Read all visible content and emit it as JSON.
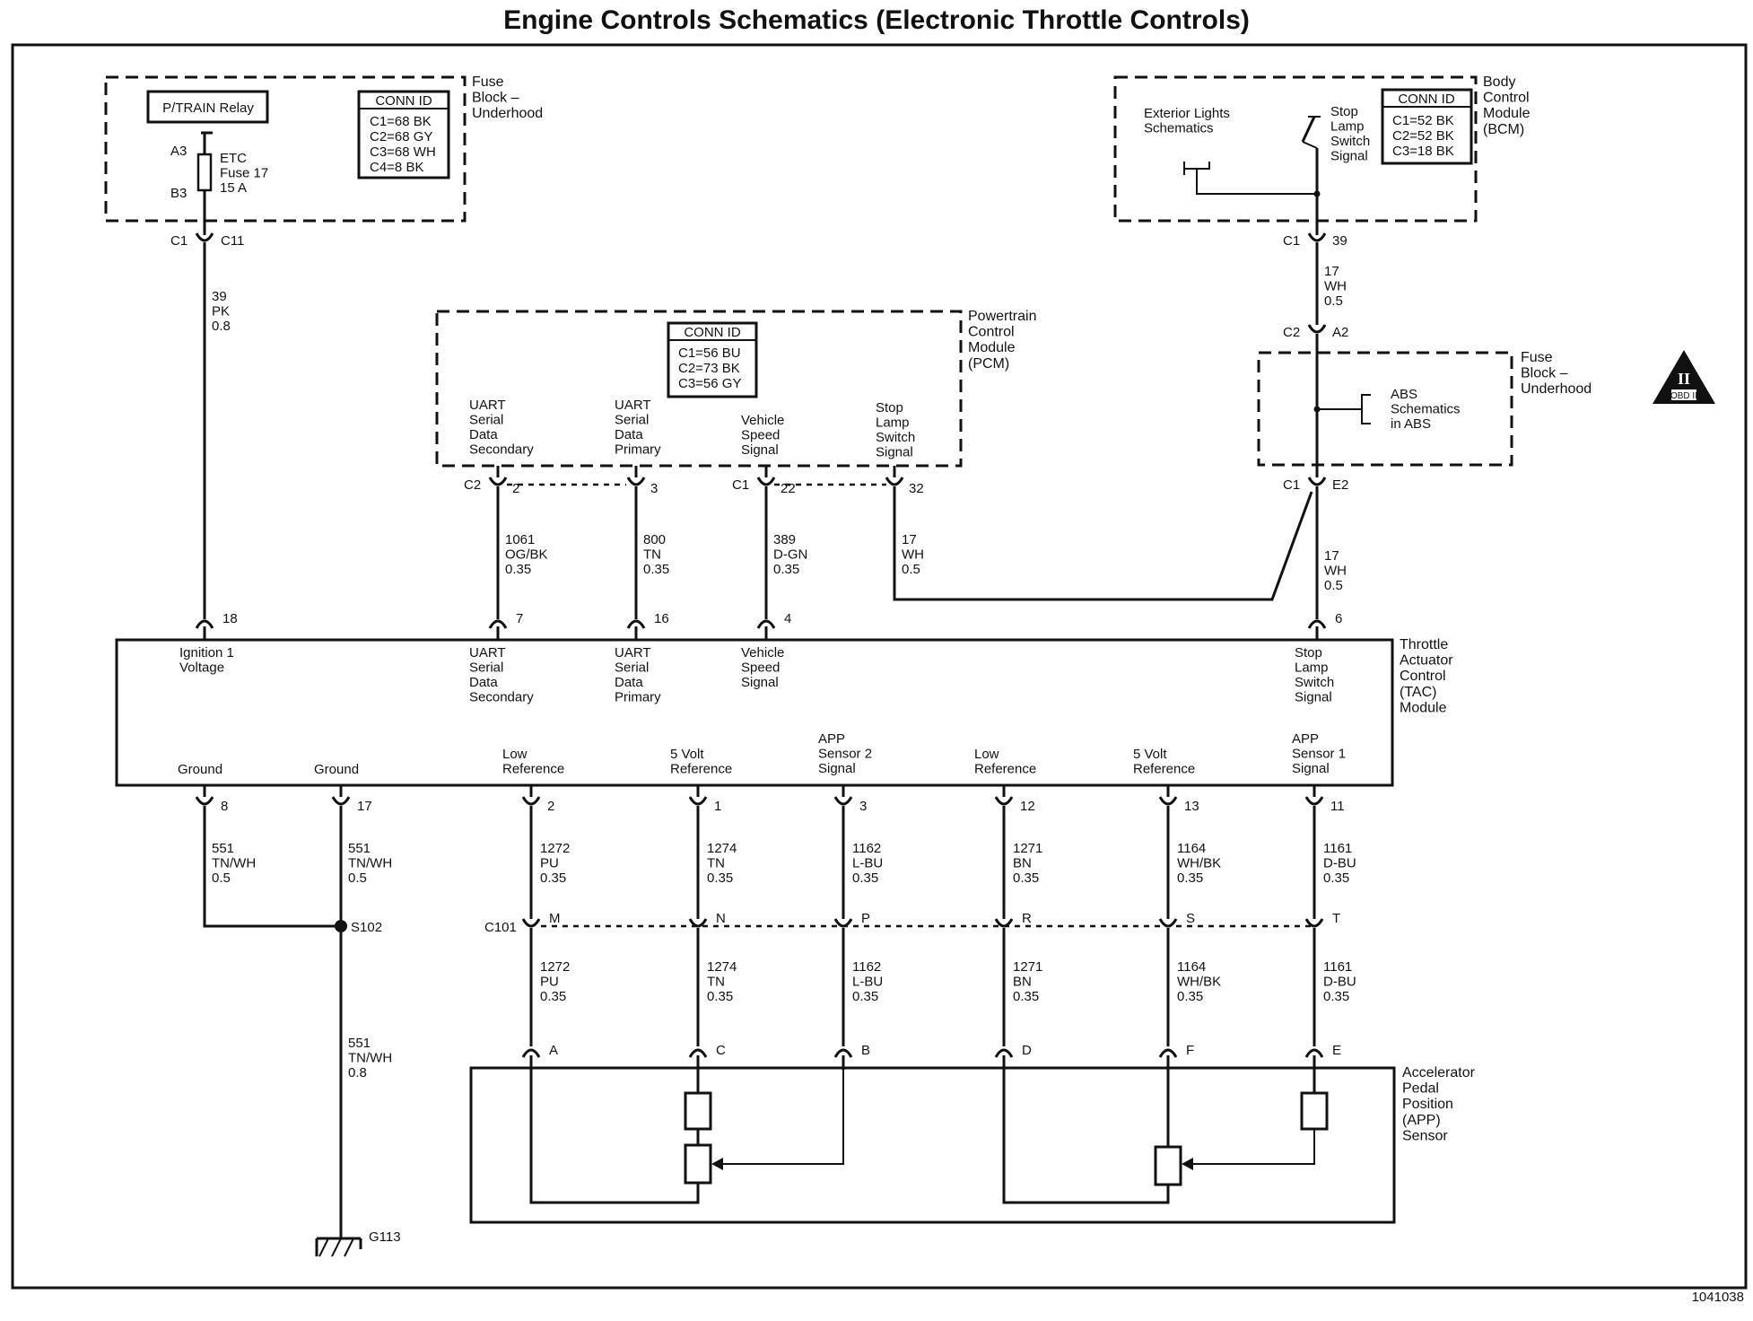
{
  "title": "Engine Controls Schematics (Electronic Throttle Controls)",
  "figure_id": "1041038",
  "fuse_block_left": {
    "name": "Fuse\nBlock –\nUnderhood",
    "relay": "P/TRAIN Relay",
    "fuse_pin_top": "A3",
    "fuse_pin_bottom": "B3",
    "fuse_label": "ETC\nFuse 17\n15 A",
    "conn_title": "CONN ID",
    "conn_lines": [
      "C1=68 BK",
      "C2=68 GY",
      "C3=68 WH",
      "C4=8 BK"
    ],
    "out_conn": "C1",
    "out_pin": "C11"
  },
  "wire_ign": "39\nPK\n0.8",
  "bcm": {
    "name": "Body\nControl\nModule\n(BCM)",
    "exterior": "Exterior Lights\nSchematics",
    "stop_label": "Stop\nLamp\nSwitch\nSignal",
    "conn_title": "CONN ID",
    "conn_lines": [
      "C1=52 BK",
      "C2=52 BK",
      "C3=18 BK"
    ],
    "out_conn": "C1",
    "out_pin": "39"
  },
  "wire_bcm": "17\nWH\n0.5",
  "fuse_block_right": {
    "name": "Fuse\nBlock –\nUnderhood",
    "in_conn": "C2",
    "in_pin": "A2",
    "abs": "ABS\nSchematics\nin ABS",
    "out_conn": "C1",
    "out_pin": "E2"
  },
  "obd_badge": {
    "numeral": "II",
    "text": "OBD II"
  },
  "pcm": {
    "name": "Powertrain\nControl\nModule\n(PCM)",
    "conn_title": "CONN ID",
    "conn_lines": [
      "C1=56 BU",
      "C2=73 BK",
      "C3=56 GY"
    ],
    "pins": [
      {
        "label": "UART\nSerial\nData\nSecondary",
        "conn": "C2",
        "pin": "2"
      },
      {
        "label": "UART\nSerial\nData\nPrimary",
        "conn": "",
        "pin": "3"
      },
      {
        "label": "Vehicle\nSpeed\nSignal",
        "conn": "C1",
        "pin": "22"
      },
      {
        "label": "Stop\nLamp\nSwitch\nSignal",
        "conn": "",
        "pin": "32"
      }
    ]
  },
  "pcm_wires": [
    "1061\nOG/BK\n0.35",
    "800\nTN\n0.35",
    "389\nD-GN\n0.35",
    "17\nWH\n0.5"
  ],
  "wire_stop_tac": "17\nWH\n0.5",
  "tac": {
    "name": "Throttle\nActuator\nControl\n(TAC)\nModule",
    "top_pins": [
      {
        "pin": "18",
        "label": "Ignition 1\nVoltage"
      },
      {
        "pin": "7",
        "label": "UART\nSerial\nData\nSecondary"
      },
      {
        "pin": "16",
        "label": "UART\nSerial\nData\nPrimary"
      },
      {
        "pin": "4",
        "label": "Vehicle\nSpeed\nSignal"
      },
      {
        "pin": "6",
        "label": "Stop\nLamp\nSwitch\nSignal"
      }
    ],
    "bottom_pins": [
      {
        "pin": "8",
        "label": "Ground"
      },
      {
        "pin": "17",
        "label": "Ground"
      },
      {
        "pin": "2",
        "label": "Low\nReference"
      },
      {
        "pin": "1",
        "label": "5 Volt\nReference"
      },
      {
        "pin": "3",
        "label": "APP\nSensor 2\nSignal"
      },
      {
        "pin": "12",
        "label": "Low\nReference"
      },
      {
        "pin": "13",
        "label": "5 Volt\nReference"
      },
      {
        "pin": "11",
        "label": "APP\nSensor 1\nSignal"
      }
    ]
  },
  "ground_wires": [
    "551\nTN/WH\n0.5",
    "551\nTN/WH\n0.5",
    "551\nTN/WH\n0.8"
  ],
  "splice": "S102",
  "ground": "G113",
  "inline_conn": "C101",
  "inline_pins": [
    "M",
    "N",
    "P",
    "R",
    "S",
    "T"
  ],
  "sensor_wires_upper": [
    "1272\nPU\n0.35",
    "1274\nTN\n0.35",
    "1162\nL-BU\n0.35",
    "1271\nBN\n0.35",
    "1164\nWH/BK\n0.35",
    "1161\nD-BU\n0.35"
  ],
  "sensor_wires_lower": [
    "1272\nPU\n0.35",
    "1274\nTN\n0.35",
    "1162\nL-BU\n0.35",
    "1271\nBN\n0.35",
    "1164\nWH/BK\n0.35",
    "1161\nD-BU\n0.35"
  ],
  "app": {
    "name": "Accelerator\nPedal\nPosition\n(APP)\nSensor",
    "pins": [
      "A",
      "C",
      "B",
      "D",
      "F",
      "E"
    ]
  }
}
